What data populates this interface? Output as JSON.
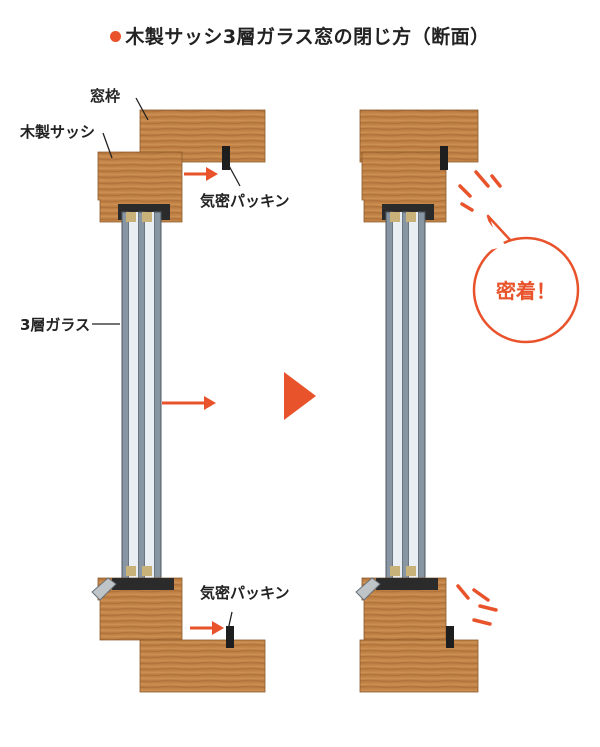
{
  "title": "木製サッシ3層ガラス窓の閉じ方（断面）",
  "labels": {
    "frame": "窓枠",
    "sash": "木製サッシ",
    "glass": "3層ガラス",
    "packing_top": "気密パッキン",
    "packing_bottom": "気密パッキン",
    "badge": "密着！"
  },
  "colors": {
    "accent": "#e8532b",
    "wood": "#c78c4f",
    "wood_dark": "#9b6532",
    "glass": "#7f8f9d",
    "text": "#222222"
  },
  "icons": {
    "title_marker": "orange-dot-icon",
    "motion_arrow": "arrow-right-icon",
    "transition": "triangle-play-icon"
  }
}
